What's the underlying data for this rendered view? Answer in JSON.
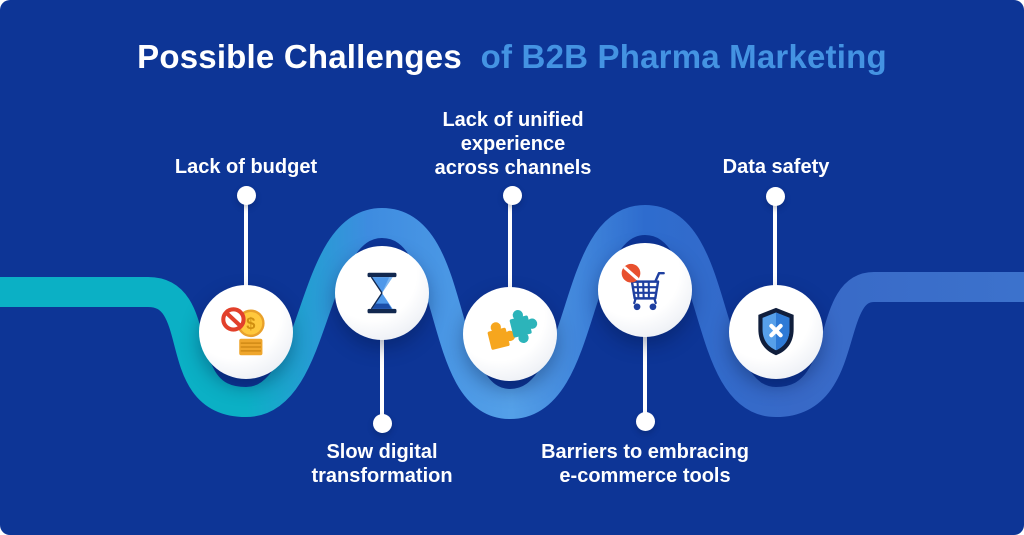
{
  "title": {
    "main": "Possible Challenges",
    "accent": "of B2B Pharma Marketing"
  },
  "items": [
    {
      "label": "Lack of budget",
      "icon": "no-budget-coins-icon",
      "label_position": "top"
    },
    {
      "label": "Slow digital\ntransformation",
      "icon": "hourglass-icon",
      "label_position": "bottom"
    },
    {
      "label": "Lack of unified\nexperience\nacross channels",
      "icon": "puzzle-pieces-icon",
      "label_position": "top"
    },
    {
      "label": "Barriers to embracing\ne-commerce tools",
      "icon": "no-ecommerce-cart-icon",
      "label_position": "bottom"
    },
    {
      "label": "Data safety",
      "icon": "shield-x-icon",
      "label_position": "top"
    }
  ],
  "colors": {
    "background": "#0d3596",
    "title_main": "#ffffff",
    "title_accent": "#4493e2",
    "wave_teal": "#0bb0c5",
    "wave_light_blue": "#54a0e8",
    "wave_blue": "#2e6cce",
    "wave_right_blue": "#3c72cc",
    "node_fill": "#ffffff",
    "prohibition_red": "#e2402b",
    "coin_gold": "#ffc83d",
    "coin_stack_orange": "#efa62c",
    "hourglass_blue": "#4e98ea",
    "hourglass_frame_navy": "#12284f",
    "puzzle_orange": "#f6a61e",
    "puzzle_teal": "#2cb4ba",
    "cart_navy": "#1e3fa0",
    "shield_outline_navy": "#101e3c",
    "shield_light_blue": "#57a0ea",
    "shield_dark_blue": "#2e7ad6"
  }
}
